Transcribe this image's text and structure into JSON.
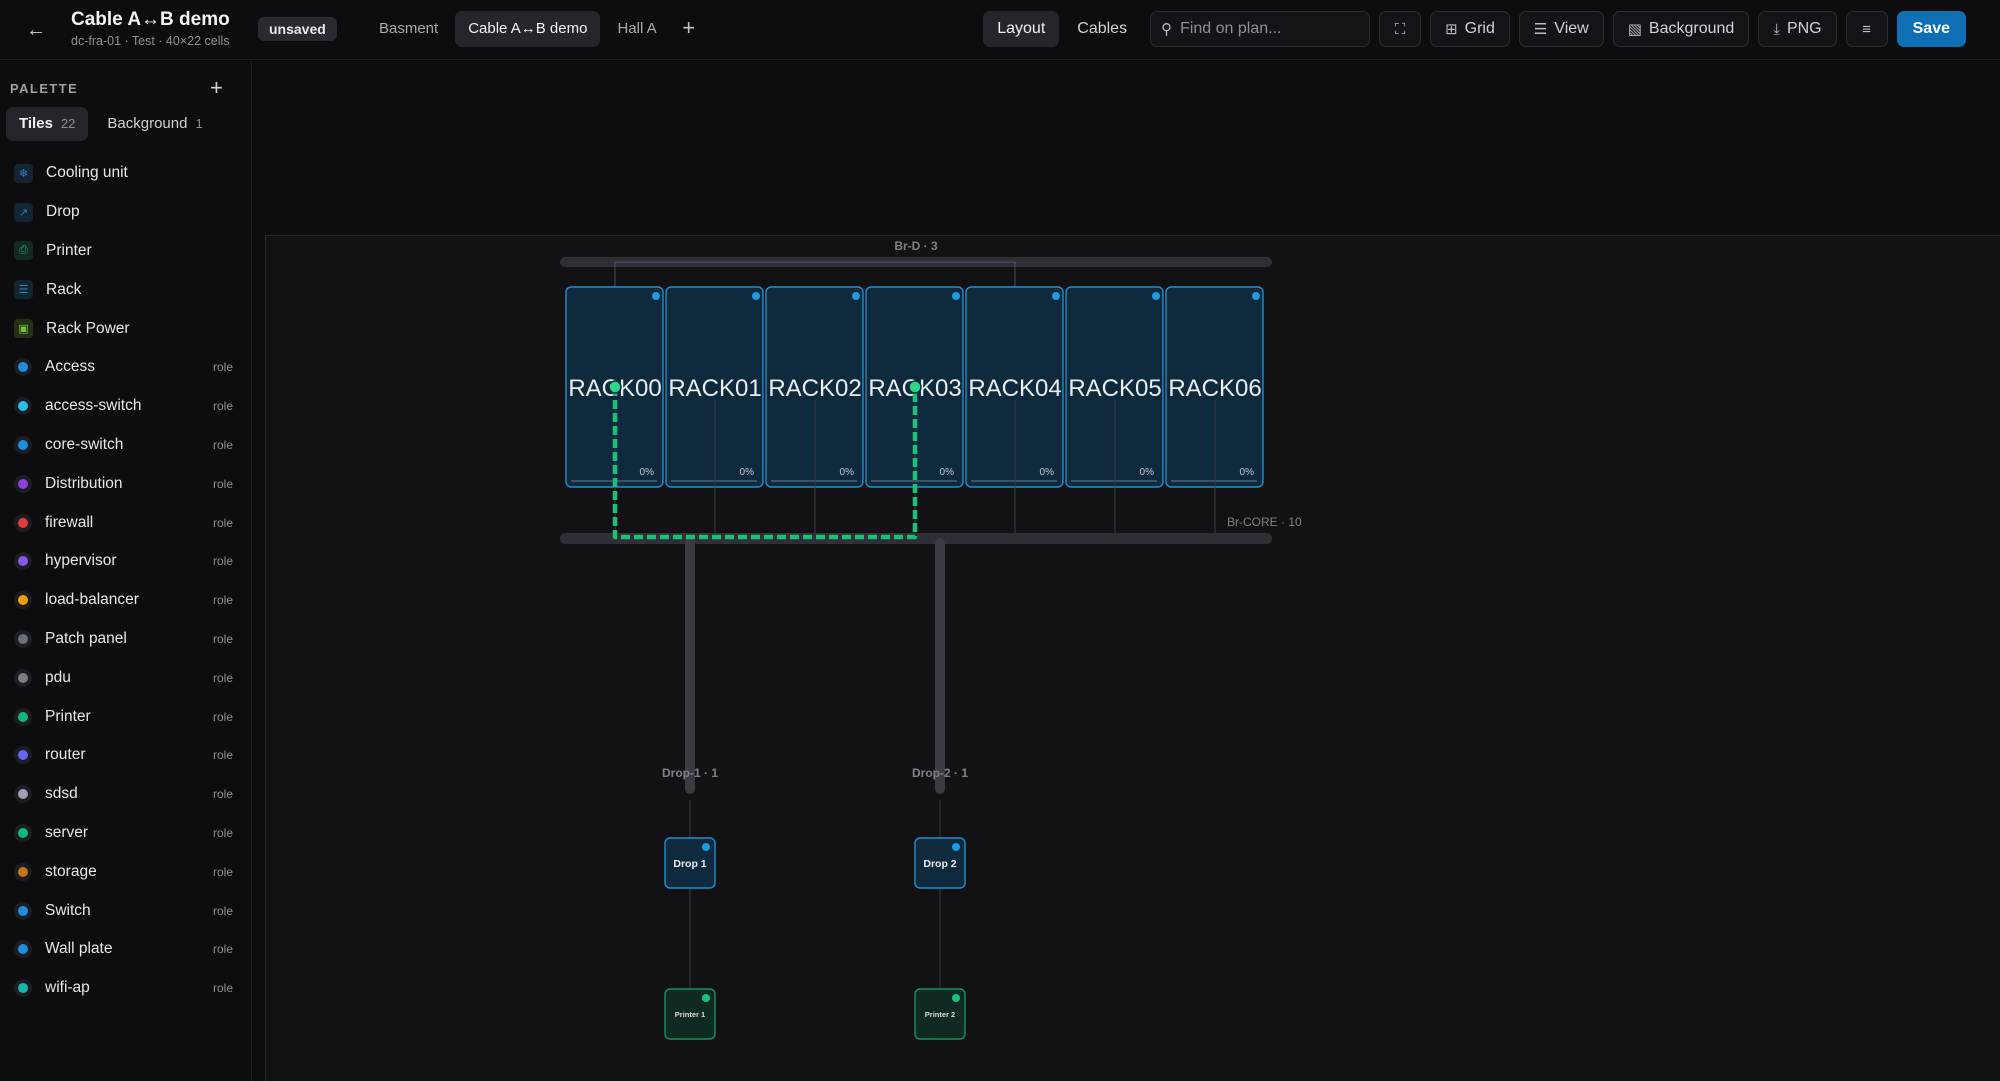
{
  "header": {
    "back_icon": "arrow-left-icon",
    "title": "Cable A↔B demo",
    "subtitle": "dc-fra-01 · Test · 40×22 cells",
    "badge": "unsaved",
    "tabs": [
      {
        "label": "Basment",
        "active": false
      },
      {
        "label": "Cable A↔B demo",
        "active": true
      },
      {
        "label": "Hall A",
        "active": false
      }
    ],
    "add_tab": "+"
  },
  "toolbar": {
    "layout": "Layout",
    "cables": "Cables",
    "search_placeholder": "Find on plan...",
    "grid": "Grid",
    "view": "View",
    "background": "Background",
    "png": "PNG",
    "save": "Save"
  },
  "sidebar": {
    "heading": "PALETTE",
    "tabs": [
      {
        "label": "Tiles",
        "count": "22"
      },
      {
        "label": "Background",
        "count": "1"
      }
    ],
    "tiles": [
      {
        "label": "Cooling unit",
        "color": "#2c83c4",
        "icon": "snowflake-icon",
        "glyph": "❄"
      },
      {
        "label": "Drop",
        "color": "#2c83c4",
        "icon": "plug-icon",
        "glyph": "↗"
      },
      {
        "label": "Printer",
        "color": "#1fa36a",
        "icon": "printer-icon",
        "glyph": "⎙"
      },
      {
        "label": "Rack",
        "color": "#2c83c4",
        "icon": "server-icon",
        "glyph": "☰"
      },
      {
        "label": "Rack Power",
        "color": "#7bbf2e",
        "icon": "power-icon",
        "glyph": "▣"
      }
    ],
    "role_tag": "role",
    "roles": [
      {
        "label": "Access",
        "color": "#1d8fe0"
      },
      {
        "label": "access-switch",
        "color": "#22c3e6"
      },
      {
        "label": "core-switch",
        "color": "#1d8fe0"
      },
      {
        "label": "Distribution",
        "color": "#8b3fe0"
      },
      {
        "label": "firewall",
        "color": "#e23b3b"
      },
      {
        "label": "hypervisor",
        "color": "#8a55ea"
      },
      {
        "label": "load-balancer",
        "color": "#f59e0b"
      },
      {
        "label": "Patch panel",
        "color": "#6b6f76"
      },
      {
        "label": "pdu",
        "color": "#7a7f87"
      },
      {
        "label": "Printer",
        "color": "#10b981"
      },
      {
        "label": "router",
        "color": "#6366f1"
      },
      {
        "label": "sdsd",
        "color": "#9ca3af"
      },
      {
        "label": "server",
        "color": "#10b981"
      },
      {
        "label": "storage",
        "color": "#c7741a"
      },
      {
        "label": "Switch",
        "color": "#1d8fe0"
      },
      {
        "label": "Wall plate",
        "color": "#1d8fe0"
      },
      {
        "label": "wifi-ap",
        "color": "#14b8a6"
      }
    ]
  },
  "plan": {
    "bridge_top": "Br-D · 3",
    "bridge_core": "Br-CORE · 10",
    "racks": [
      {
        "name": "RACK00",
        "fill": "0%"
      },
      {
        "name": "RACK01",
        "fill": "0%"
      },
      {
        "name": "RACK02",
        "fill": "0%"
      },
      {
        "name": "RACK03",
        "fill": "0%"
      },
      {
        "name": "RACK04",
        "fill": "0%"
      },
      {
        "name": "RACK05",
        "fill": "0%"
      },
      {
        "name": "RACK06",
        "fill": "0%"
      }
    ],
    "drops": [
      {
        "label": "Drop-1 · 1",
        "tile": "Drop 1",
        "printer": "Printer 1"
      },
      {
        "label": "Drop-2 · 1",
        "tile": "Drop 2",
        "printer": "Printer 2"
      }
    ],
    "colors": {
      "accent": "#0e6fb5",
      "cable": "#19c07a",
      "rack_border": "#1e8fd0",
      "printer_border": "#1b8f5e"
    }
  }
}
